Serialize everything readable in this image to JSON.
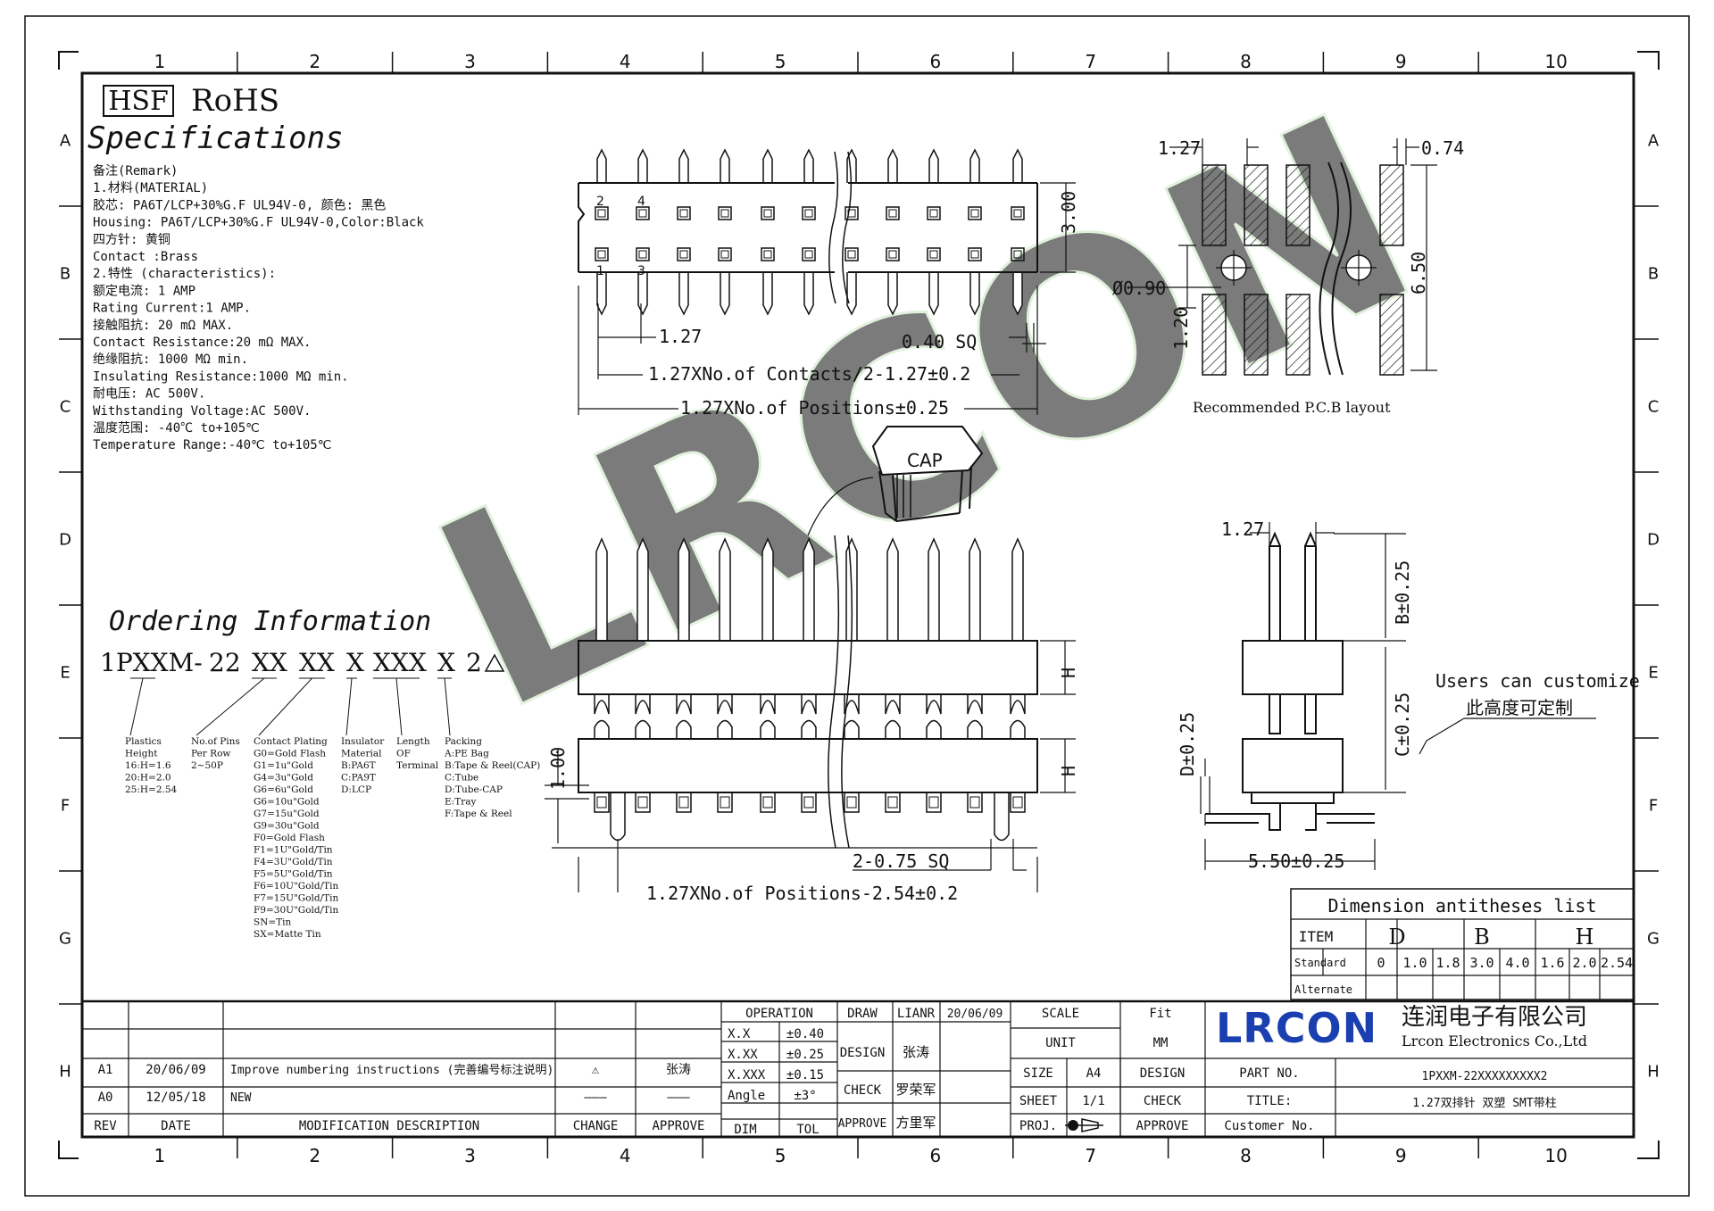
{
  "frame": {
    "cols": [
      "1",
      "2",
      "3",
      "4",
      "5",
      "6",
      "7",
      "8",
      "9",
      "10"
    ],
    "rows": [
      "A",
      "B",
      "C",
      "D",
      "E",
      "F",
      "G",
      "H"
    ]
  },
  "header": {
    "hsf": "HSF",
    "rohs": "RoHS",
    "spec_title": "Specifications"
  },
  "specs": [
    "备注(Remark)",
    "1.材料(MATERIAL)",
    "胶芯: PA6T/LCP+30%G.F UL94V-0, 颜色: 黑色",
    "Housing: PA6T/LCP+30%G.F UL94V-0,Color:Black",
    "四方针: 黄铜",
    "Contact :Brass",
    "2.特性 (characteristics):",
    "额定电流: 1 AMP",
    "Rating Current:1 AMP.",
    "接触阻抗: 20 mΩ MAX.",
    "Contact Resistance:20 mΩ MAX.",
    "绝缘阻抗: 1000 MΩ min.",
    "Insulating Resistance:1000 MΩ min.",
    "耐电压: AC 500V.",
    "Withstanding Voltage:AC 500V.",
    "温度范围: -40℃ to+105℃",
    "Temperature Range:-40℃ to+105℃"
  ],
  "ordering": {
    "title": "Ordering Information",
    "code": [
      "1PXXM-",
      "22",
      "XX",
      "XX",
      "X",
      "XXX",
      "X",
      "2"
    ],
    "groups": [
      {
        "lines": [
          "Plastics",
          "Height",
          "16:H=1.6",
          "20:H=2.0",
          "25:H=2.54"
        ]
      },
      {
        "lines": [
          "No.of Pins",
          "Per Row",
          "2~50P"
        ]
      },
      {
        "lines": [
          "Contact Plating",
          "G0=Gold Flash",
          "G1=1u\"Gold",
          "G4=3u\"Gold",
          "G6=6u\"Gold",
          "G6=10u\"Gold",
          "G7=15u\"Gold",
          "G9=30u\"Gold",
          "F0=Gold Flash",
          "F1=1U\"Gold/Tin",
          "F4=3U\"Gold/Tin",
          "F5=5U\"Gold/Tin",
          "F6=10U\"Gold/Tin",
          "F7=15U\"Gold/Tin",
          "F9=30U\"Gold/Tin",
          "SN=Tin",
          "SX=Matte Tin"
        ]
      },
      {
        "lines": [
          "Insulator",
          "Material",
          "B:PA6T",
          "C:PA9T",
          "D:LCP"
        ]
      },
      {
        "lines": [
          "Length",
          "OF",
          "Terminal"
        ]
      },
      {
        "lines": [
          "Packing",
          "A:PE Bag",
          "B:Tape & Reel(CAP)",
          "C:Tube",
          "D:Tube-CAP",
          "E:Tray",
          "F:Tape & Reel"
        ]
      }
    ]
  },
  "top_view": {
    "pin_nums": [
      "2",
      "4",
      "1",
      "3"
    ],
    "dim_pitch": "1.27",
    "dim_height": "3.00",
    "dim_sq": "0.40 SQ",
    "dim_contacts": "1.27XNo.of Contacts/2-1.27±0.2",
    "dim_positions": "1.27XNo.of Positions±0.25"
  },
  "pcb": {
    "dim_pitch": "1.27",
    "dim_pad": "0.74",
    "dim_hole": "Ø0.90",
    "dim_span": "6.50",
    "dim_gap": "1.20",
    "caption": "Recommended P.C.B layout"
  },
  "front_view": {
    "cap": "CAP",
    "dim_h": "H",
    "dim_100": "1.00",
    "dim_sq": "2-0.75 SQ",
    "dim_positions": "1.27XNo.of Positions-2.54±0.2"
  },
  "side_view": {
    "dim_pitch": "1.27",
    "dim_b": "B±0.25",
    "dim_c": "C±0.25",
    "dim_d": "D±0.25",
    "dim_550": "5.50±0.25",
    "note_en": "Users can customize",
    "note_cn": "此高度可定制"
  },
  "dim_table": {
    "title": "Dimension antitheses list",
    "item": "ITEM",
    "cols": [
      "D",
      "B",
      "H"
    ],
    "standard": "Standard",
    "alternate": "Alternate",
    "values": [
      "0",
      "1.0",
      "1.8",
      "3.0",
      "4.0",
      "1.6",
      "2.0",
      "2.54"
    ]
  },
  "title_block": {
    "revisions": [
      {
        "rev": "A1",
        "date": "20/06/09",
        "desc": "Improve numbering instructions (完善编号标注说明)",
        "change": "⚠",
        "approve": "张涛"
      },
      {
        "rev": "A0",
        "date": "12/05/18",
        "desc": "NEW",
        "change": "———",
        "approve": "———"
      }
    ],
    "rev_header": {
      "rev": "REV",
      "date": "DATE",
      "desc": "MODIFICATION DESCRIPTION",
      "change": "CHANGE",
      "approve": "APPROVE"
    },
    "operation": "OPERATION",
    "tolerances": [
      [
        "X.X",
        "±0.40"
      ],
      [
        "X.XX",
        "±0.25"
      ],
      [
        "X.XXX",
        "±0.15"
      ],
      [
        "Angle",
        "±3°"
      ]
    ],
    "dim": "DIM",
    "tol": "TOL",
    "draw": "DRAW",
    "drawer": "LIANR",
    "draw_date": "20/06/09",
    "design": "DESIGN",
    "designer": "张涛",
    "check": "CHECK",
    "checker": "罗荣军",
    "approve": "APPROVE",
    "approver": "方里军",
    "scale": "SCALE",
    "scale_val": "Fit",
    "unit": "UNIT",
    "unit_val": "MM",
    "size": "SIZE",
    "size_val": "A4",
    "sheet": "SHEET",
    "sheet_val": "1/1",
    "proj": "PROJ.",
    "design2": "DESIGN",
    "check2": "CHECK",
    "approve2": "APPROVE",
    "part_no": "PART NO.",
    "part_val": "1PXXM-22XXXXXXXXX2",
    "title_lbl": "TITLE:",
    "title_val": "1.27双排针 双塑 SMT带柱",
    "customer": "Customer No.",
    "logo": "LRCON",
    "company_cn": "连润电子有限公司",
    "company_en": "Lrcon Electronics Co.,Ltd"
  },
  "colors": {
    "line": "#111111",
    "logo": "#1a3fb0",
    "watermark": "#cfe8c8"
  }
}
